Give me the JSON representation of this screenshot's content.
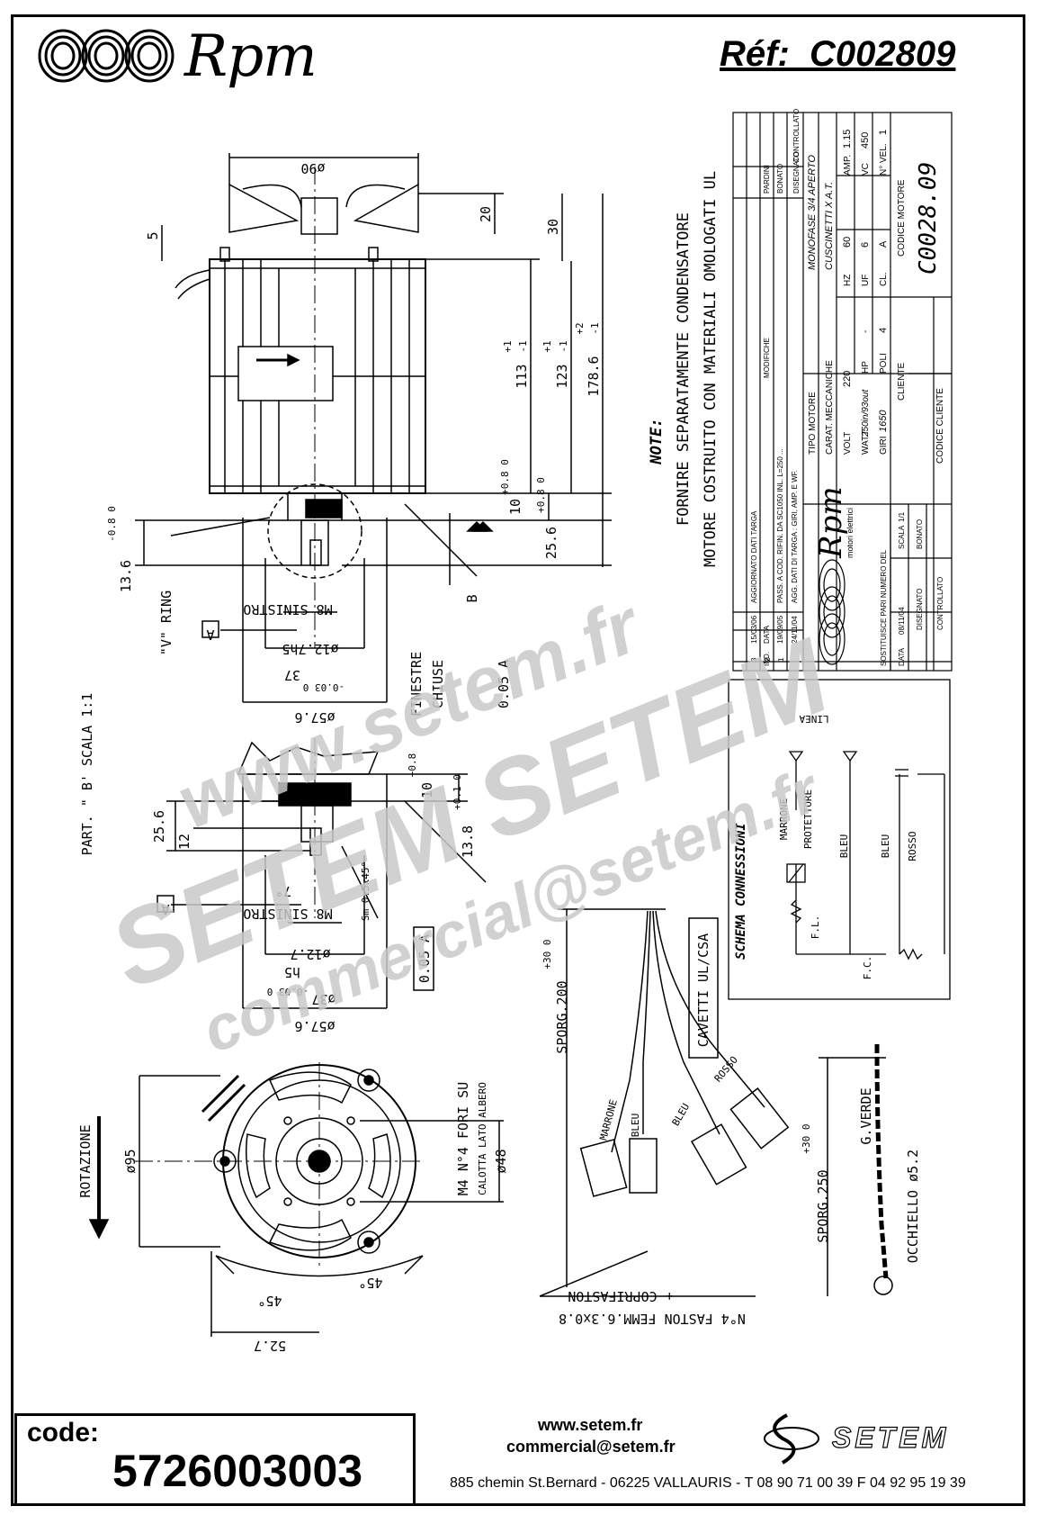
{
  "header": {
    "brand": "Rpm",
    "reference": "Réf:  C002809"
  },
  "dimensions": {
    "d90": "ø90",
    "d20": "20",
    "d30": "30",
    "d5": "5",
    "d113": "113",
    "d113_tol_plus": "+1",
    "d113_tol_minus": "-1",
    "d123": "123",
    "d123_tol_plus": "+1",
    "d123_tol_minus": "-1",
    "d178": "178.6",
    "d178_tol_plus": "+2",
    "d178_tol_minus": "-1",
    "d10": "10",
    "d10_tol": "+0.8 0",
    "d10b_tol": "+0.8 0",
    "d25": "25.6",
    "d136": "13.6",
    "d136_tol": "-0.8 0",
    "v_ring": "\"V\" RING",
    "m8": "M8 SINISTRO",
    "d127": "ø12.7h5",
    "d37": "37",
    "d37_tol": "-0.03 0",
    "d576": "ø57.6",
    "finestre": "FINESTRE",
    "chiuse": "CHIUSE",
    "tol_box": "0.05 A",
    "datum_a": "A",
    "datum_b": "B",
    "part_b": "PART. \" B' SCALA 1:1",
    "d256b": "25.6",
    "d12": "12",
    "d7": "7°",
    "d10c": "10",
    "d10c_tol": "+0.8",
    "d10c_tol2": "+0.1 0",
    "d138": "13.8",
    "sm": "Sm 0.5x45°",
    "d127b": "ø12.7",
    "h5": "h5",
    "d37b": "ø37",
    "d37b_tol": "-0.03 0",
    "d576b": "ø57.6",
    "m8b": "M8 SINISTRO",
    "rotazione": "ROTAZIONE",
    "d95": "ø95",
    "m4": "M4 N°4 FORI SU",
    "calotta": "CALOTTA LATO ALBERO",
    "d48": "ø48",
    "d45a": "45°",
    "d45b": "45°",
    "d527": "52.7",
    "sporg200": "SPORG.200",
    "sporg200_tol": "+30 0",
    "cavetti": "CAVETTI UL/CSA",
    "marrone": "MARRONE",
    "bleu1": "BLEU",
    "bleu2": "BLEU",
    "rosso": "ROSSO",
    "faston": "N°4 FASTON FEMM.6.3x0.8",
    "faston2": "+ COPRIFASTON",
    "sporg250": "SPORG.250",
    "sporg250_tol": "+30 0",
    "gverde": "G.VERDE",
    "occhiello": "OCCHIELLO ø5.2"
  },
  "notes": {
    "title": "NOTE:",
    "line1": "FORNIRE SEPARATAMENTE CONDENSATORE",
    "line2": "MOTORE COSTRUITO CON MATERIALI OMOLOGATI UL"
  },
  "schema": {
    "title": "SCHEMA CONNESSIONI",
    "linea": "LINEA",
    "marrone": "MARRONE",
    "protettore": "PROTETTORE",
    "bleu1": "BLEU",
    "bleu2": "BLEU",
    "rosso": "ROSSO",
    "fl": "F.L.",
    "fc": "F.C."
  },
  "title_block": {
    "rev_headers": [
      "IND.",
      "DATA",
      "MODIFICHE",
      "DISEGNATO",
      "CONTROLLATO"
    ],
    "revisions": [
      {
        "ind": "3",
        "data": "15/03/06",
        "mod": "AGGIORNATO DATI TARGA"
      },
      {
        "ind": "2",
        "data": "19/09/05",
        "mod": "PASS. A COD. RIFIN. DA SC1050 INL. L=250 ..."
      },
      {
        "ind": "1",
        "data": "24/11/04",
        "mod": "AGG. DATI DI TARGA : GIRI, AMP. E WF."
      }
    ],
    "pardini": "PARDINI",
    "bonato": "BONATO",
    "tipo_motore_label": "TIPO MOTORE",
    "tipo_motore": "MONOFASE 3/4 APERTO",
    "carat_label": "CARAT. MECCANICHE",
    "carat": "CUSCINETTI X A.T.",
    "volt_label": "VOLT",
    "volt": "220",
    "hz_label": "HZ",
    "hz": "60",
    "amp_label": "AMP.",
    "amp": "1.15",
    "watt_label": "WATT",
    "watt": "250in/93out",
    "hp_label": "HP",
    "hp": "-",
    "uf_label": "UF",
    "uf": "6",
    "vc_label": "VC",
    "vc": "450",
    "giri_label": "GIRI",
    "giri": "1650",
    "poli_label": "POLI",
    "poli": "4",
    "cl_label": "CL.",
    "cl": "A",
    "nvel_label": "N° VEL.",
    "nvel": "1",
    "cliente_label": "CLIENTE",
    "codice_motore_label": "CODICE MOTORE",
    "codice_motore": "C0028.09",
    "codice_cliente_label": "CODICE CLIENTE",
    "sostituisce": "SOSTITUISCE PARI NUMERO DEL",
    "data_label": "DATA",
    "data": "08/11/04",
    "scala_label": "SCALA",
    "scala": "1/1",
    "disegnato_label": "DISEGNATO",
    "disegnato": "BONATO",
    "controllato_label": "CONTROLLATO",
    "brand": "Rpm",
    "brand_sub": "motori elettrici"
  },
  "watermark": {
    "line1": "www.setem.fr",
    "line2": "SETEM   SETEM",
    "line3": "commercial@setem.fr"
  },
  "footer": {
    "code_label": "code:",
    "code": "5726003003",
    "web": "www.setem.fr",
    "email": "commercial@setem.fr",
    "address": "885 chemin St.Bernard  -  06225 VALLAURIS  -  T 08 90 71 00 39   F 04 92 95 19 39",
    "setem_logo": "SETEM"
  }
}
